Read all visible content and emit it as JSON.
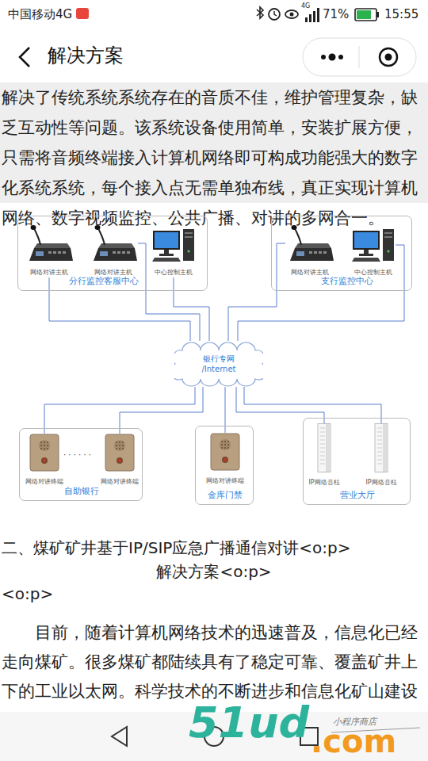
{
  "diagram": {
    "title": "解决方案",
    "nodes": [
      {
        "text": [
          "分行监控客服中心"
        ]
      },
      {
        "text": [
          "网络对讲主机"
        ],
        "in": 0
      },
      {
        "text": [
          "网络对讲主机"
        ],
        "in": 0
      },
      {
        "text": [
          "中心控制主机"
        ],
        "in": 0
      },
      {
        "text": [
          "支行监控中心"
        ]
      },
      {
        "text": [
          "网络对讲主机"
        ],
        "in": 4
      },
      {
        "text": [
          "中心控制主机"
        ],
        "in": 4
      },
      {
        "text": [
          "银行专网 /Internet"
        ]
      },
      {
        "text": [
          "自助银行"
        ]
      },
      {
        "text": [
          "网络对讲终端"
        ],
        "in": 8
      },
      {
        "text": [
          "网络对讲终端"
        ],
        "in": 8
      },
      {
        "text": [
          "金库门禁"
        ]
      },
      {
        "text": [
          "网络对讲终端"
        ],
        "in": 11
      },
      {
        "text": [
          "营业大厅"
        ]
      },
      {
        "text": [
          "IP网络音柱"
        ],
        "in": 13
      },
      {
        "text": [
          "IP网络音柱"
        ],
        "in": 13
      }
    ],
    "edges": [
      {
        "from": 1,
        "to": 7,
        "arrow": "none"
      },
      {
        "from": 2,
        "to": 7,
        "arrow": "none"
      },
      {
        "from": 3,
        "to": 7,
        "arrow": "none"
      },
      {
        "from": 5,
        "to": 7,
        "arrow": "none"
      },
      {
        "from": 6,
        "to": 7,
        "arrow": "none"
      },
      {
        "from": 9,
        "to": 7,
        "arrow": "none"
      },
      {
        "from": 10,
        "to": 7,
        "arrow": "none"
      },
      {
        "from": 12,
        "to": 7,
        "arrow": "none"
      },
      {
        "from": 14,
        "to": 7,
        "arrow": "none"
      },
      {
        "from": 15,
        "to": 7,
        "arrow": "none"
      }
    ],
    "labels": [
      "中国移动4G",
      "4G",
      "71%",
      "15:55",
      "解决了传统系统系统存在的音质不佳，维护管理复杂，缺乏互动性等问题。该系统设备使用简单，安装扩展方便，只需将音频终端接入计算机网络即可构成功能强大的数字化系统系统，每个接入点无需单独布线，真正实现计算机网络、数字视频监控、公共广播、对讲的多网合一。",
      "· · · · · ·",
      "二、煤矿矿井基于IP/SIP应急广播通信对讲<o:p>",
      "解决方案<o:p>",
      "<o:p>",
      "目前，随着计算机网络技术的迅速普及，信息化已经走向煤矿。很多煤矿都陆续具有了稳定可靠、覆盖矿井上下的工业以太网。科学技术的不断进步和信息化矿山建设步伐的不断加快，井下工业以太网将逐渐得到推广和应",
      "51ud",
      ".com",
      "小程序商店"
    ]
  }
}
